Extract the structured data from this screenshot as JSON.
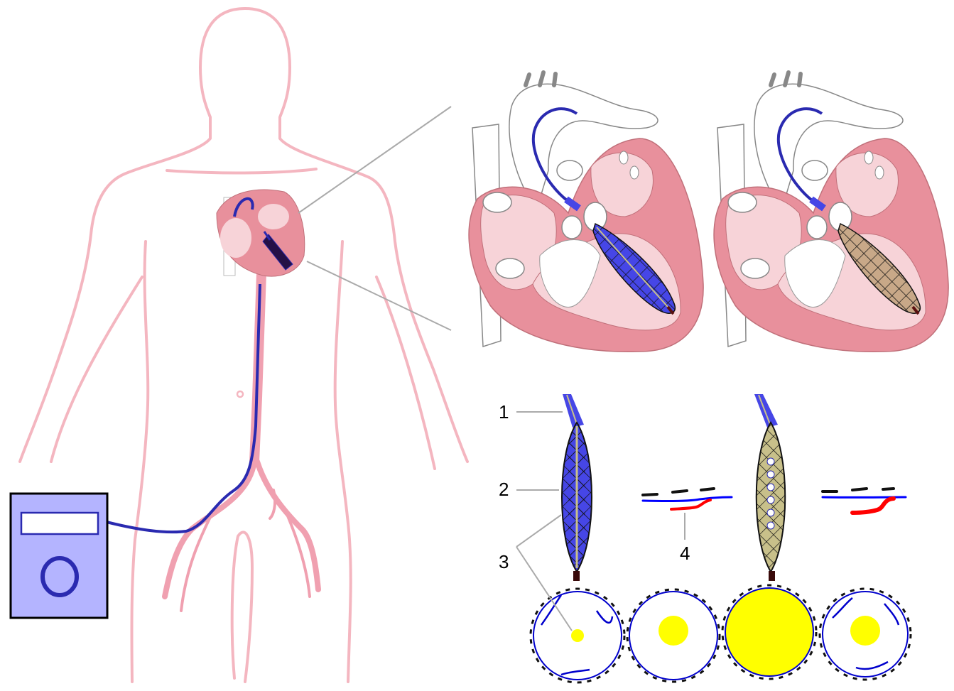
{
  "labels": {
    "one": "1",
    "two": "2",
    "three": "3",
    "four": "4"
  },
  "colors": {
    "body_outline": "#f4b6c0",
    "device_fill": "#b4b4ff",
    "device_stroke": "#000000",
    "device_ring": "#2a2ab0",
    "catheter": "#2a2ab0",
    "balloon_blue": "#4646e6",
    "balloon_olive": "#c8c08a",
    "heart_muscle": "#e8909c",
    "heart_inner": "#f7d3d8",
    "vessel_red": "#ff0000",
    "lumen_yellow": "#ffff00",
    "leader_gray": "#aaaaaa"
  },
  "icons": {
    "device": "controller-box-icon",
    "heart": "heart-cross-section-icon",
    "balloon": "mesh-balloon-icon",
    "lumen": "vessel-lumen-icon"
  }
}
